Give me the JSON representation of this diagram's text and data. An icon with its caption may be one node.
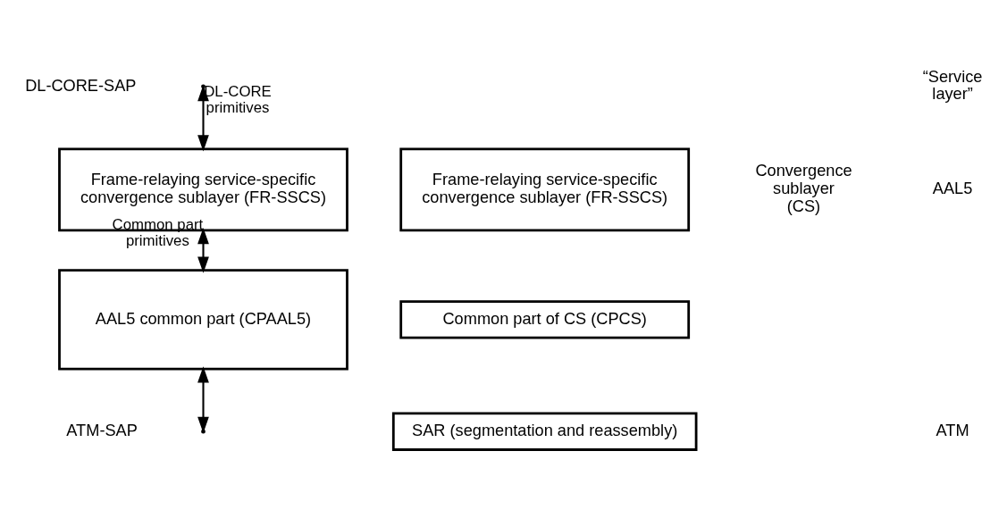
{
  "diagram": {
    "nodes": [
      {
        "text": [
          "Frame-relaying service-specific convergence sublayer (FR-SSCS)"
        ]
      },
      {
        "text": [
          "AAL5 common part (CPAAL5)"
        ]
      },
      {
        "text": [
          "Frame-relaying service-specific convergence sublayer (FR-SSCS)"
        ]
      },
      {
        "text": [
          "Common part of CS (CPCS)"
        ]
      },
      {
        "text": [
          "SAR (segmentation and reassembly)"
        ]
      }
    ],
    "edges": [
      {
        "from": null,
        "to": 0,
        "arrow": "both",
        "label": "DL-CORE primitives"
      },
      {
        "from": 0,
        "to": 1,
        "arrow": "both",
        "label": "Common part primitives"
      },
      {
        "from": 1,
        "to": null,
        "arrow": "both"
      }
    ],
    "labels": [
      "“Service layer”",
      "DL-CORE-SAP",
      "AAL5",
      "Convergence sublayer (CS)",
      "ATM-SAP",
      "ATM"
    ]
  }
}
